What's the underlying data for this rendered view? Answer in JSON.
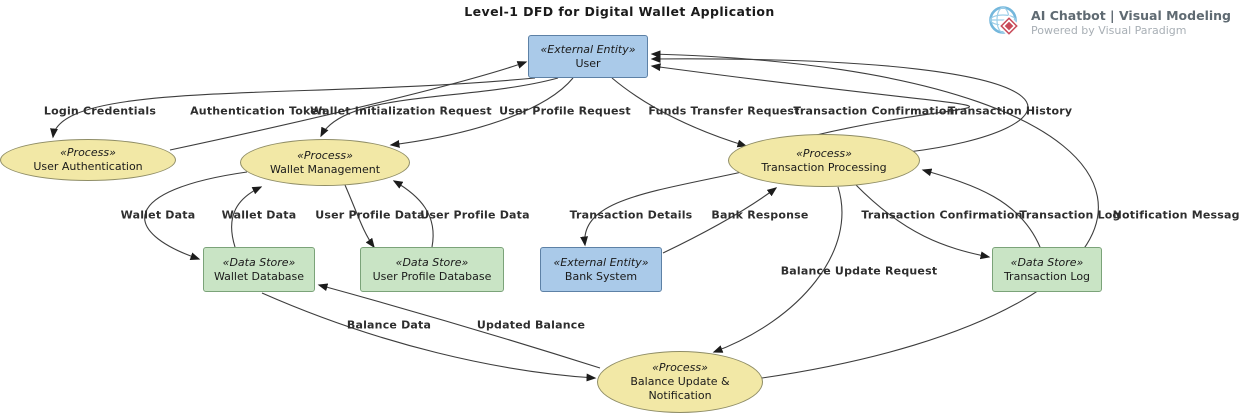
{
  "title": "Level-1 DFD for Digital Wallet Application",
  "branding": {
    "product": "AI Chatbot | Visual Modeling",
    "tagline": "Powered by Visual Paradigm",
    "logo_icon": "visual-paradigm-globe-diamond"
  },
  "colors": {
    "external_entity_fill": "#aacae9",
    "external_entity_border": "#5d81a6",
    "process_fill": "#f2e8a6",
    "process_border": "#8f8d66",
    "data_store_fill": "#c9e4c5",
    "data_store_border": "#7ba379",
    "edge_stroke": "#3d3d3d",
    "background": "#ffffff"
  },
  "nodes": {
    "user": {
      "stereotype": "«External Entity»",
      "name": "User",
      "kind": "external-entity"
    },
    "user_authentication": {
      "stereotype": "«Process»",
      "name": "User Authentication",
      "kind": "process"
    },
    "wallet_management": {
      "stereotype": "«Process»",
      "name": "Wallet Management",
      "kind": "process"
    },
    "transaction_processing": {
      "stereotype": "«Process»",
      "name": "Transaction Processing",
      "kind": "process"
    },
    "bank_system": {
      "stereotype": "«External Entity»",
      "name": "Bank System",
      "kind": "external-entity"
    },
    "wallet_database": {
      "stereotype": "«Data Store»",
      "name": "Wallet Database",
      "kind": "data-store"
    },
    "user_profile_database": {
      "stereotype": "«Data Store»",
      "name": "User Profile Database",
      "kind": "data-store"
    },
    "transaction_log": {
      "stereotype": "«Data Store»",
      "name": "Transaction Log",
      "kind": "data-store"
    },
    "balance_update": {
      "stereotype": "«Process»",
      "name": "Balance Update & Notification",
      "kind": "process"
    }
  },
  "flows": {
    "login_credentials": {
      "label": "Login Credentials",
      "from": "User",
      "to": "User Authentication"
    },
    "authentication_token": {
      "label": "Authentication Token",
      "from": "User Authentication",
      "to": "User"
    },
    "wallet_initialization_request": {
      "label": "Wallet Initialization Request",
      "from": "User",
      "to": "Wallet Management"
    },
    "user_profile_request": {
      "label": "User Profile Request",
      "from": "User",
      "to": "Wallet Management"
    },
    "funds_transfer_request": {
      "label": "Funds Transfer Request",
      "from": "User",
      "to": "Transaction Processing"
    },
    "transaction_confirmation_user": {
      "label": "Transaction Confirmation",
      "from": "Transaction Processing",
      "to": "User"
    },
    "transaction_history": {
      "label": "Transaction History",
      "from": "Transaction Processing",
      "to": "User"
    },
    "wallet_data_in": {
      "label": "Wallet Data",
      "from": "Wallet Management",
      "to": "Wallet Database"
    },
    "wallet_data_out": {
      "label": "Wallet Data",
      "from": "Wallet Database",
      "to": "Wallet Management"
    },
    "user_profile_data_in": {
      "label": "User Profile Data",
      "from": "Wallet Management",
      "to": "User Profile Database"
    },
    "user_profile_data_out": {
      "label": "User Profile Data",
      "from": "User Profile Database",
      "to": "Wallet Management"
    },
    "transaction_details": {
      "label": "Transaction Details",
      "from": "Transaction Processing",
      "to": "Bank System"
    },
    "bank_response": {
      "label": "Bank Response",
      "from": "Bank System",
      "to": "Transaction Processing"
    },
    "transaction_confirmation_log": {
      "label": "Transaction Confirmation",
      "from": "Transaction Processing",
      "to": "Transaction Log"
    },
    "transaction_log_flow": {
      "label": "Transaction Log",
      "from": "Transaction Log",
      "to": "Transaction Processing"
    },
    "notification_message": {
      "label": "Notification Message",
      "from": "Balance Update & Notification",
      "to": "User"
    },
    "balance_update_request": {
      "label": "Balance Update Request",
      "from": "Transaction Processing",
      "to": "Balance Update & Notification"
    },
    "balance_data": {
      "label": "Balance Data",
      "from": "Wallet Database",
      "to": "Balance Update & Notification"
    },
    "updated_balance": {
      "label": "Updated Balance",
      "from": "Balance Update & Notification",
      "to": "Wallet Database"
    }
  }
}
